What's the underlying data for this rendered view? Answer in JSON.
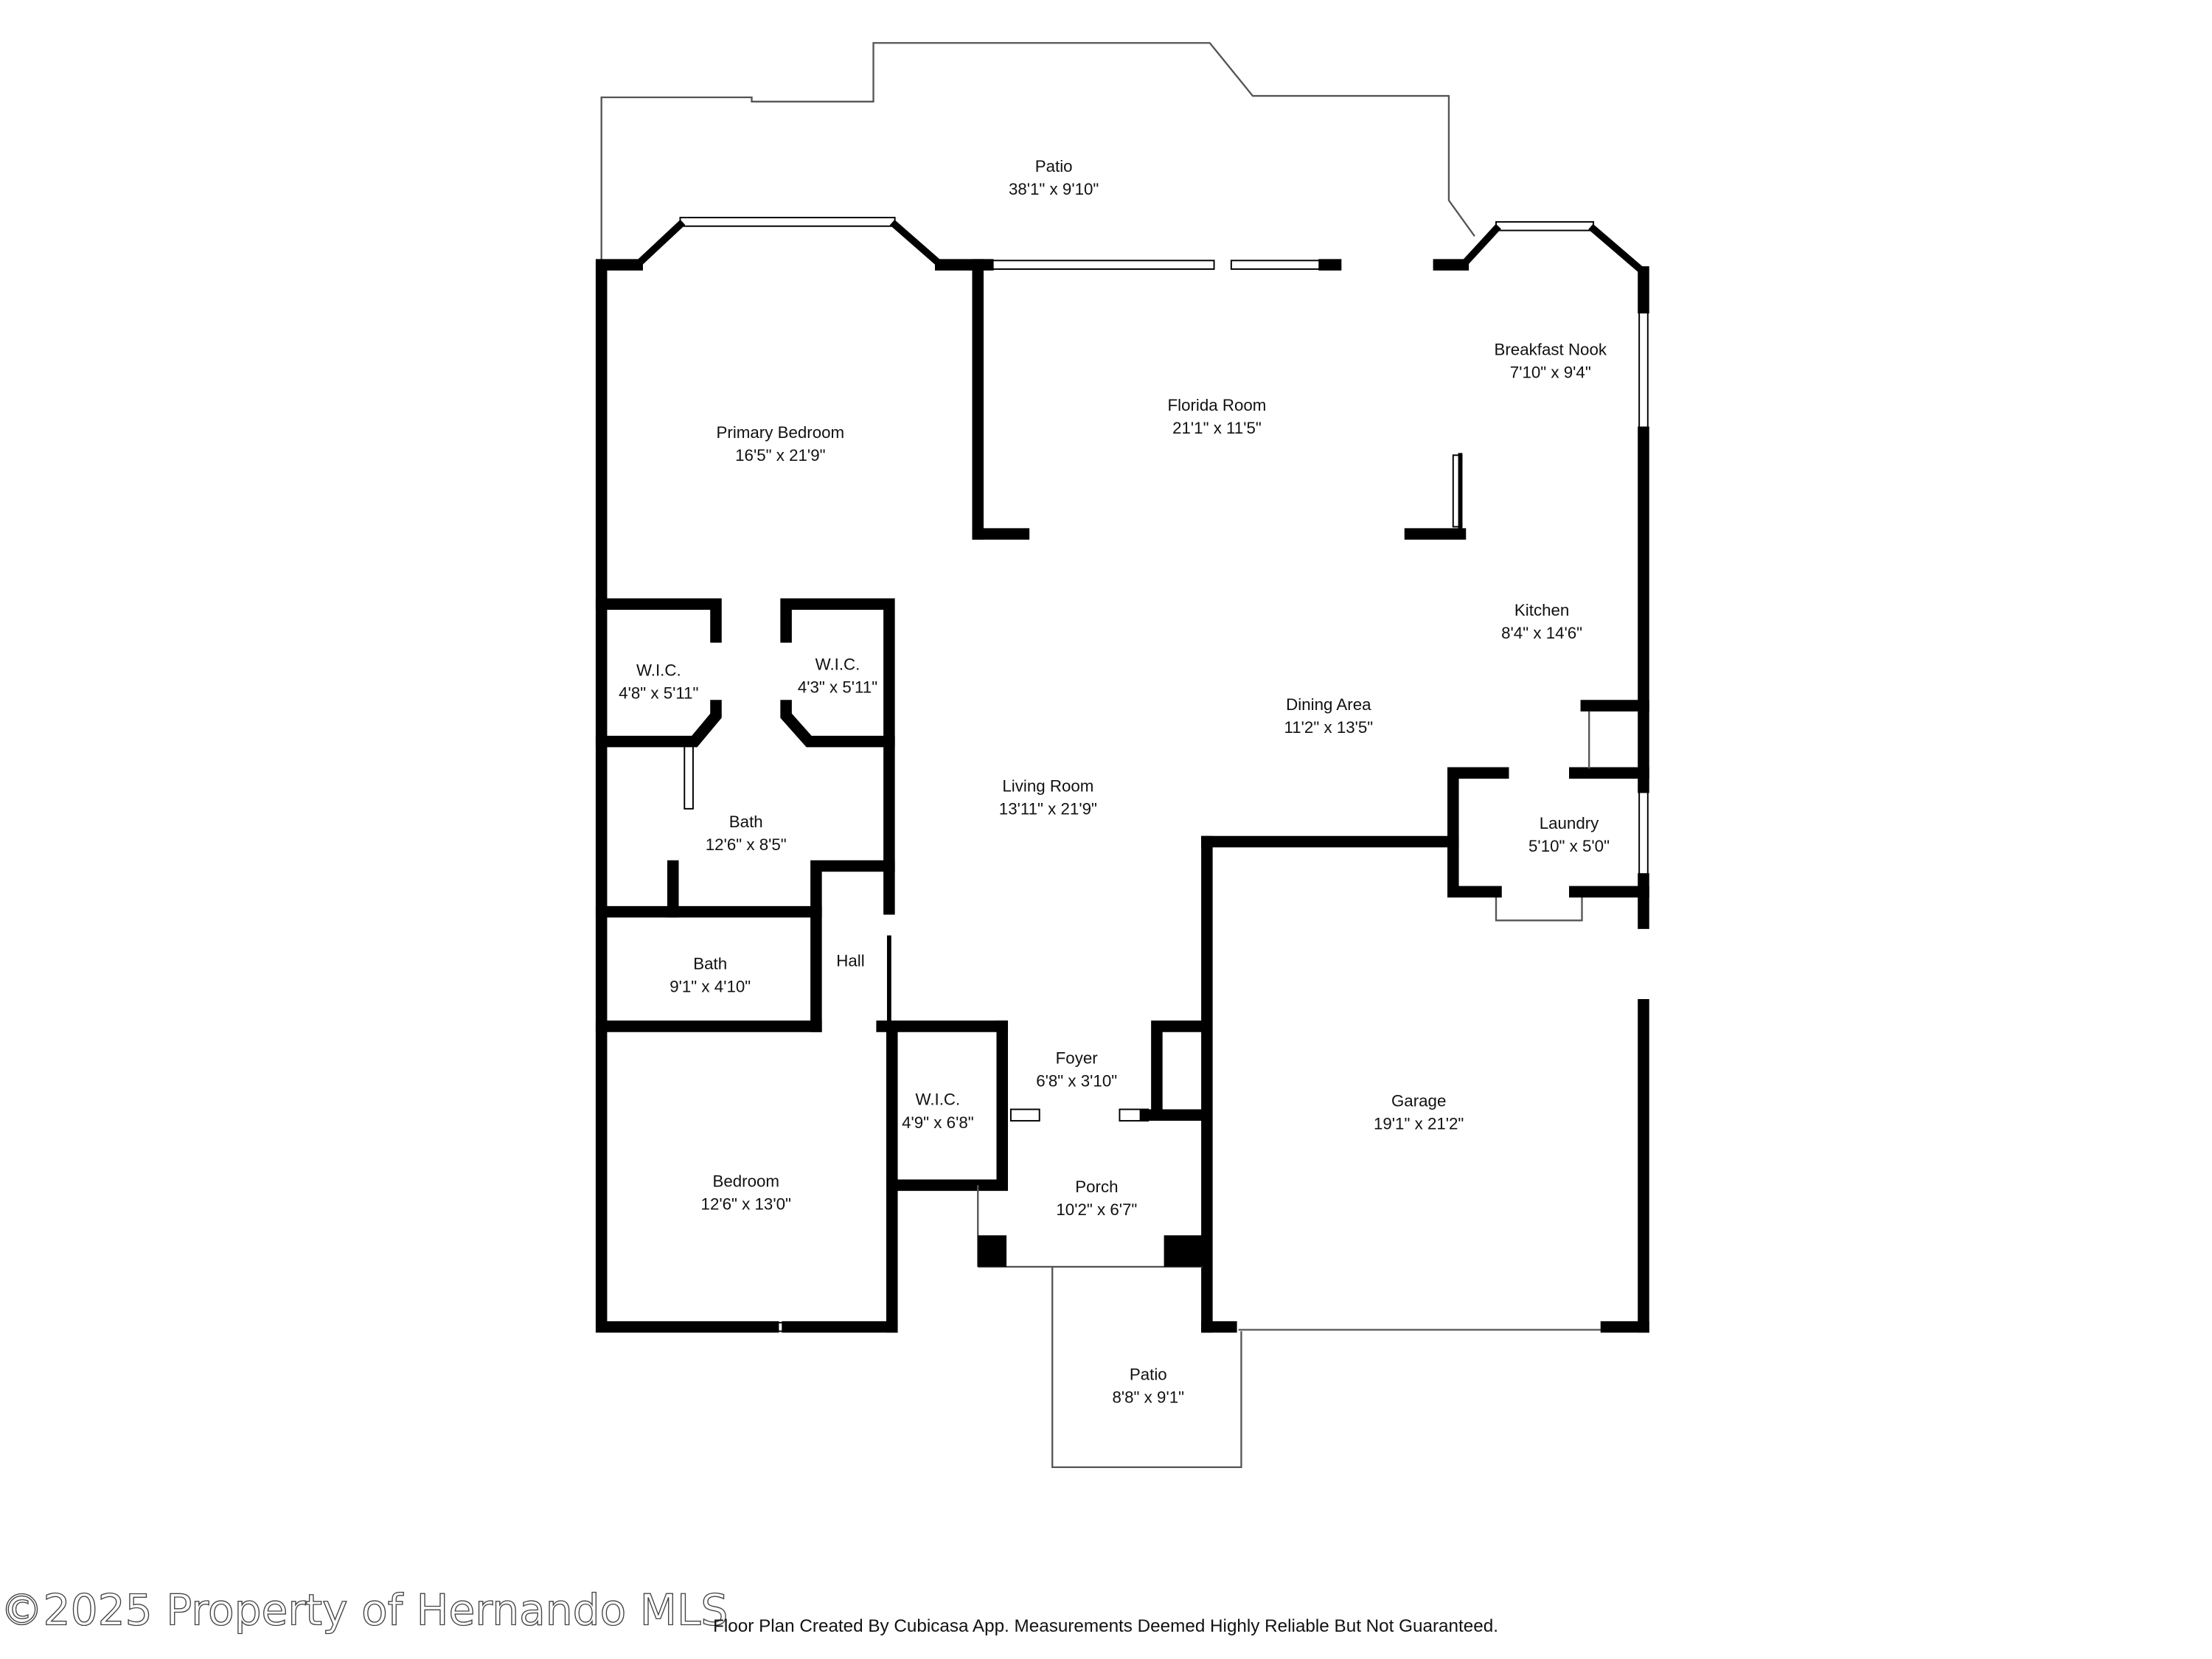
{
  "rooms": [
    {
      "name": "Patio",
      "dims": "38'1\" x 9'10\""
    },
    {
      "name": "Primary Bedroom",
      "dims": "16'5\" x 21'9\""
    },
    {
      "name": "Florida Room",
      "dims": "21'1\" x 11'5\""
    },
    {
      "name": "Breakfast Nook",
      "dims": "7'10\" x 9'4\""
    },
    {
      "name": "Kitchen",
      "dims": "8'4\" x 14'6\""
    },
    {
      "name": "W.I.C.",
      "dims": "4'8\" x 5'11\""
    },
    {
      "name": "W.I.C.",
      "dims": "4'3\" x 5'11\""
    },
    {
      "name": "Dining Area",
      "dims": "11'2\" x 13'5\""
    },
    {
      "name": "Living Room",
      "dims": "13'11\" x 21'9\""
    },
    {
      "name": "Bath",
      "dims": "12'6\" x 8'5\""
    },
    {
      "name": "Laundry",
      "dims": "5'10\" x 5'0\""
    },
    {
      "name": "Bath",
      "dims": "9'1\" x 4'10\""
    },
    {
      "name": "Hall",
      "dims": ""
    },
    {
      "name": "Foyer",
      "dims": "6'8\" x 3'10\""
    },
    {
      "name": "W.I.C.",
      "dims": "4'9\" x 6'8\""
    },
    {
      "name": "Garage",
      "dims": "19'1\" x 21'2\""
    },
    {
      "name": "Bedroom",
      "dims": "12'6\" x 13'0\""
    },
    {
      "name": "Porch",
      "dims": "10'2\" x 6'7\""
    },
    {
      "name": "Patio",
      "dims": "8'8\" x 9'1\""
    }
  ],
  "watermark": "©2025 Property of Hernando MLS",
  "disclaimer": "Floor Plan Created By Cubicasa App. Measurements Deemed Highly Reliable But Not Guaranteed."
}
